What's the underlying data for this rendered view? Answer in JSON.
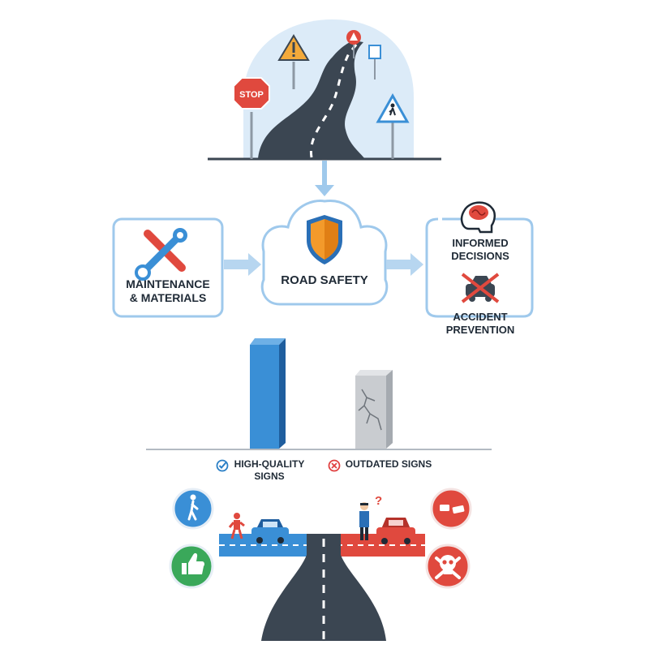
{
  "top_scene": {
    "signs": [
      "STOP"
    ]
  },
  "flow": {
    "left_box": {
      "label": "MAINTENANCE\n& MATERIALS"
    },
    "center_cloud": {
      "label": "ROAD SAFETY"
    },
    "right_box": {
      "top_label": "INFORMED\nDECISIONS",
      "bottom_label": "ACCIDENT\nPREVENTION"
    }
  },
  "comparison": {
    "legend": [
      {
        "label": "HIGH-QUALITY\nSIGNS",
        "icon": "check-circle-icon",
        "color": "#2a7fc6"
      },
      {
        "label": "OUTDATED SIGNS",
        "icon": "x-circle-icon",
        "color": "#e04040"
      }
    ]
  },
  "bottom_scene": {
    "question_mark": "?",
    "left_icons": [
      "pedestrian-icon",
      "thumbs-up-icon"
    ],
    "right_icons": [
      "car-crash-icon",
      "skull-crossbones-icon"
    ]
  },
  "colors": {
    "accent_blue": "#3a8fd6",
    "road_dark": "#3b4652",
    "danger_red": "#e0493e",
    "ok_green": "#3aa85a",
    "box_border": "#9fc9ec"
  }
}
